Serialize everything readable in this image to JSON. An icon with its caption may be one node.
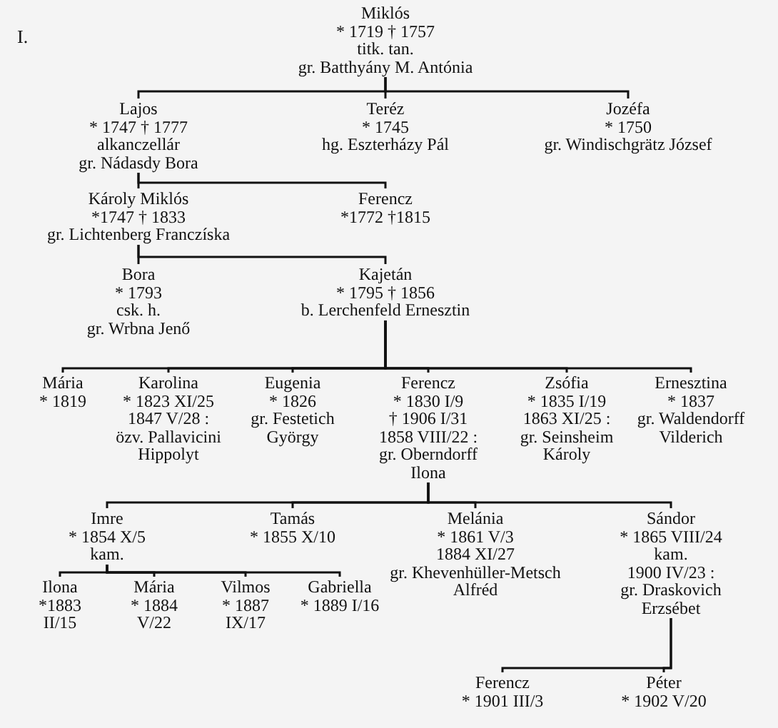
{
  "diagram": {
    "nodes": [
      {
        "text": [
          "Miklós",
          "* 1719 † 1757",
          "titk. tan.",
          "gr. Batthyány M. Antónia"
        ]
      },
      {
        "text": [
          "Lajos",
          "* 1747 † 1777",
          "alkanczellár",
          "gr. Nádasdy Bora"
        ]
      },
      {
        "text": [
          "Teréz",
          "* 1745",
          "hg. Eszterházy Pál"
        ]
      },
      {
        "text": [
          "Jozéfa",
          "* 1750",
          "gr. Windischgrätz József"
        ]
      },
      {
        "text": [
          "Károly Miklós",
          "*1747 † 1833",
          "gr. Lichtenberg Franczíska"
        ]
      },
      {
        "text": [
          "Ferencz",
          "*1772 †1815"
        ]
      },
      {
        "text": [
          "Bora",
          "* 1793",
          "csk. h.",
          "gr. Wrbna Jenő"
        ]
      },
      {
        "text": [
          "Kajetán",
          "* 1795 † 1856",
          "b. Lerchenfeld Ernesztin"
        ]
      },
      {
        "text": [
          "Mária",
          "* 1819"
        ]
      },
      {
        "text": [
          "Karolina",
          "* 1823 XI/25",
          "1847 V/28 :",
          "özv. Pallavicini Hippolyt"
        ]
      },
      {
        "text": [
          "Eugenia",
          "* 1826",
          "gr. Festetich György"
        ]
      },
      {
        "text": [
          "Ferencz",
          "* 1830 I/9",
          "† 1906 I/31",
          "1858 VIII/22 :",
          "gr. Oberndorff Ilona"
        ]
      },
      {
        "text": [
          "Zsófia",
          "* 1835 I/19",
          "1863 XI/25 :",
          "gr. Seinsheim Károly"
        ]
      },
      {
        "text": [
          "Ernesztina",
          "* 1837",
          "gr. Waldendorff Vilderich"
        ]
      },
      {
        "text": [
          "Imre",
          "* 1854 X/5",
          "kam."
        ]
      },
      {
        "text": [
          "Tamás",
          "* 1855 X/10"
        ]
      },
      {
        "text": [
          "Melánia",
          "* 1861 V/3",
          "1884 XI/27",
          "gr. Khevenhüller-Metsch Alfréd"
        ]
      },
      {
        "text": [
          "Sándor",
          "* 1865 VIII/24",
          "kam.",
          "1900 IV/23 :",
          "gr. Draskovich Erzsébet"
        ]
      },
      {
        "text": [
          "Ilona",
          "*1883 II/15"
        ]
      },
      {
        "text": [
          "Mária",
          "* 1884 V/22"
        ]
      },
      {
        "text": [
          "Vilmos",
          "* 1887 IX/17"
        ]
      },
      {
        "text": [
          "Gabriella",
          "* 1889 I/16"
        ]
      },
      {
        "text": [
          "Ferencz",
          "* 1901 III/3"
        ]
      },
      {
        "text": [
          "Péter",
          "* 1902 V/20"
        ]
      }
    ],
    "edges": [
      {
        "from": 0,
        "to": 1,
        "arrow": "none"
      },
      {
        "from": 0,
        "to": 2,
        "arrow": "none"
      },
      {
        "from": 0,
        "to": 3,
        "arrow": "none"
      },
      {
        "from": 1,
        "to": 4,
        "arrow": "none"
      },
      {
        "from": 1,
        "to": 5,
        "arrow": "none"
      },
      {
        "from": 4,
        "to": 6,
        "arrow": "none"
      },
      {
        "from": 4,
        "to": 7,
        "arrow": "none"
      },
      {
        "from": 7,
        "to": 8,
        "arrow": "none"
      },
      {
        "from": 7,
        "to": 9,
        "arrow": "none"
      },
      {
        "from": 7,
        "to": 10,
        "arrow": "none"
      },
      {
        "from": 7,
        "to": 11,
        "arrow": "none"
      },
      {
        "from": 7,
        "to": 12,
        "arrow": "none"
      },
      {
        "from": 7,
        "to": 13,
        "arrow": "none"
      },
      {
        "from": 11,
        "to": 14,
        "arrow": "none"
      },
      {
        "from": 11,
        "to": 15,
        "arrow": "none"
      },
      {
        "from": 11,
        "to": 16,
        "arrow": "none"
      },
      {
        "from": 11,
        "to": 17,
        "arrow": "none"
      },
      {
        "from": 14,
        "to": 18,
        "arrow": "none"
      },
      {
        "from": 14,
        "to": 19,
        "arrow": "none"
      },
      {
        "from": 14,
        "to": 20,
        "arrow": "none"
      },
      {
        "from": 14,
        "to": 21,
        "arrow": "none"
      },
      {
        "from": 17,
        "to": 22,
        "arrow": "none"
      },
      {
        "from": 17,
        "to": 23,
        "arrow": "none"
      }
    ],
    "labels": [
      "I."
    ]
  }
}
